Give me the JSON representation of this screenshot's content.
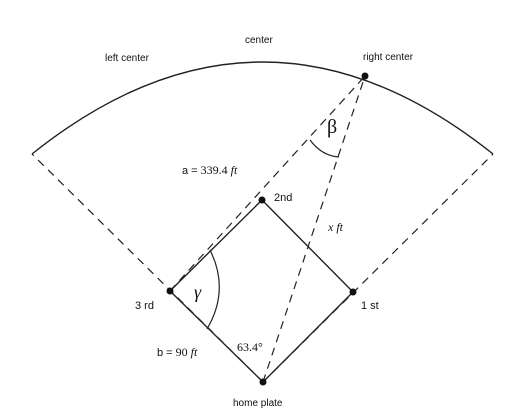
{
  "field_labels": {
    "left_center": "left center",
    "center": "center",
    "right_center": "right center"
  },
  "bases": {
    "home": "home plate",
    "first": "1 st",
    "second": "2nd",
    "third": "3 rd"
  },
  "measurements": {
    "a_prefix": "a = ",
    "a_value": "339.4",
    "a_unit": "ft",
    "b_prefix": "b = ",
    "b_value": "90",
    "b_unit": "ft",
    "x_var": "x",
    "x_unit": "ft",
    "home_angle": "63.4°"
  },
  "angle_symbols": {
    "beta": "β",
    "gamma": "γ"
  }
}
